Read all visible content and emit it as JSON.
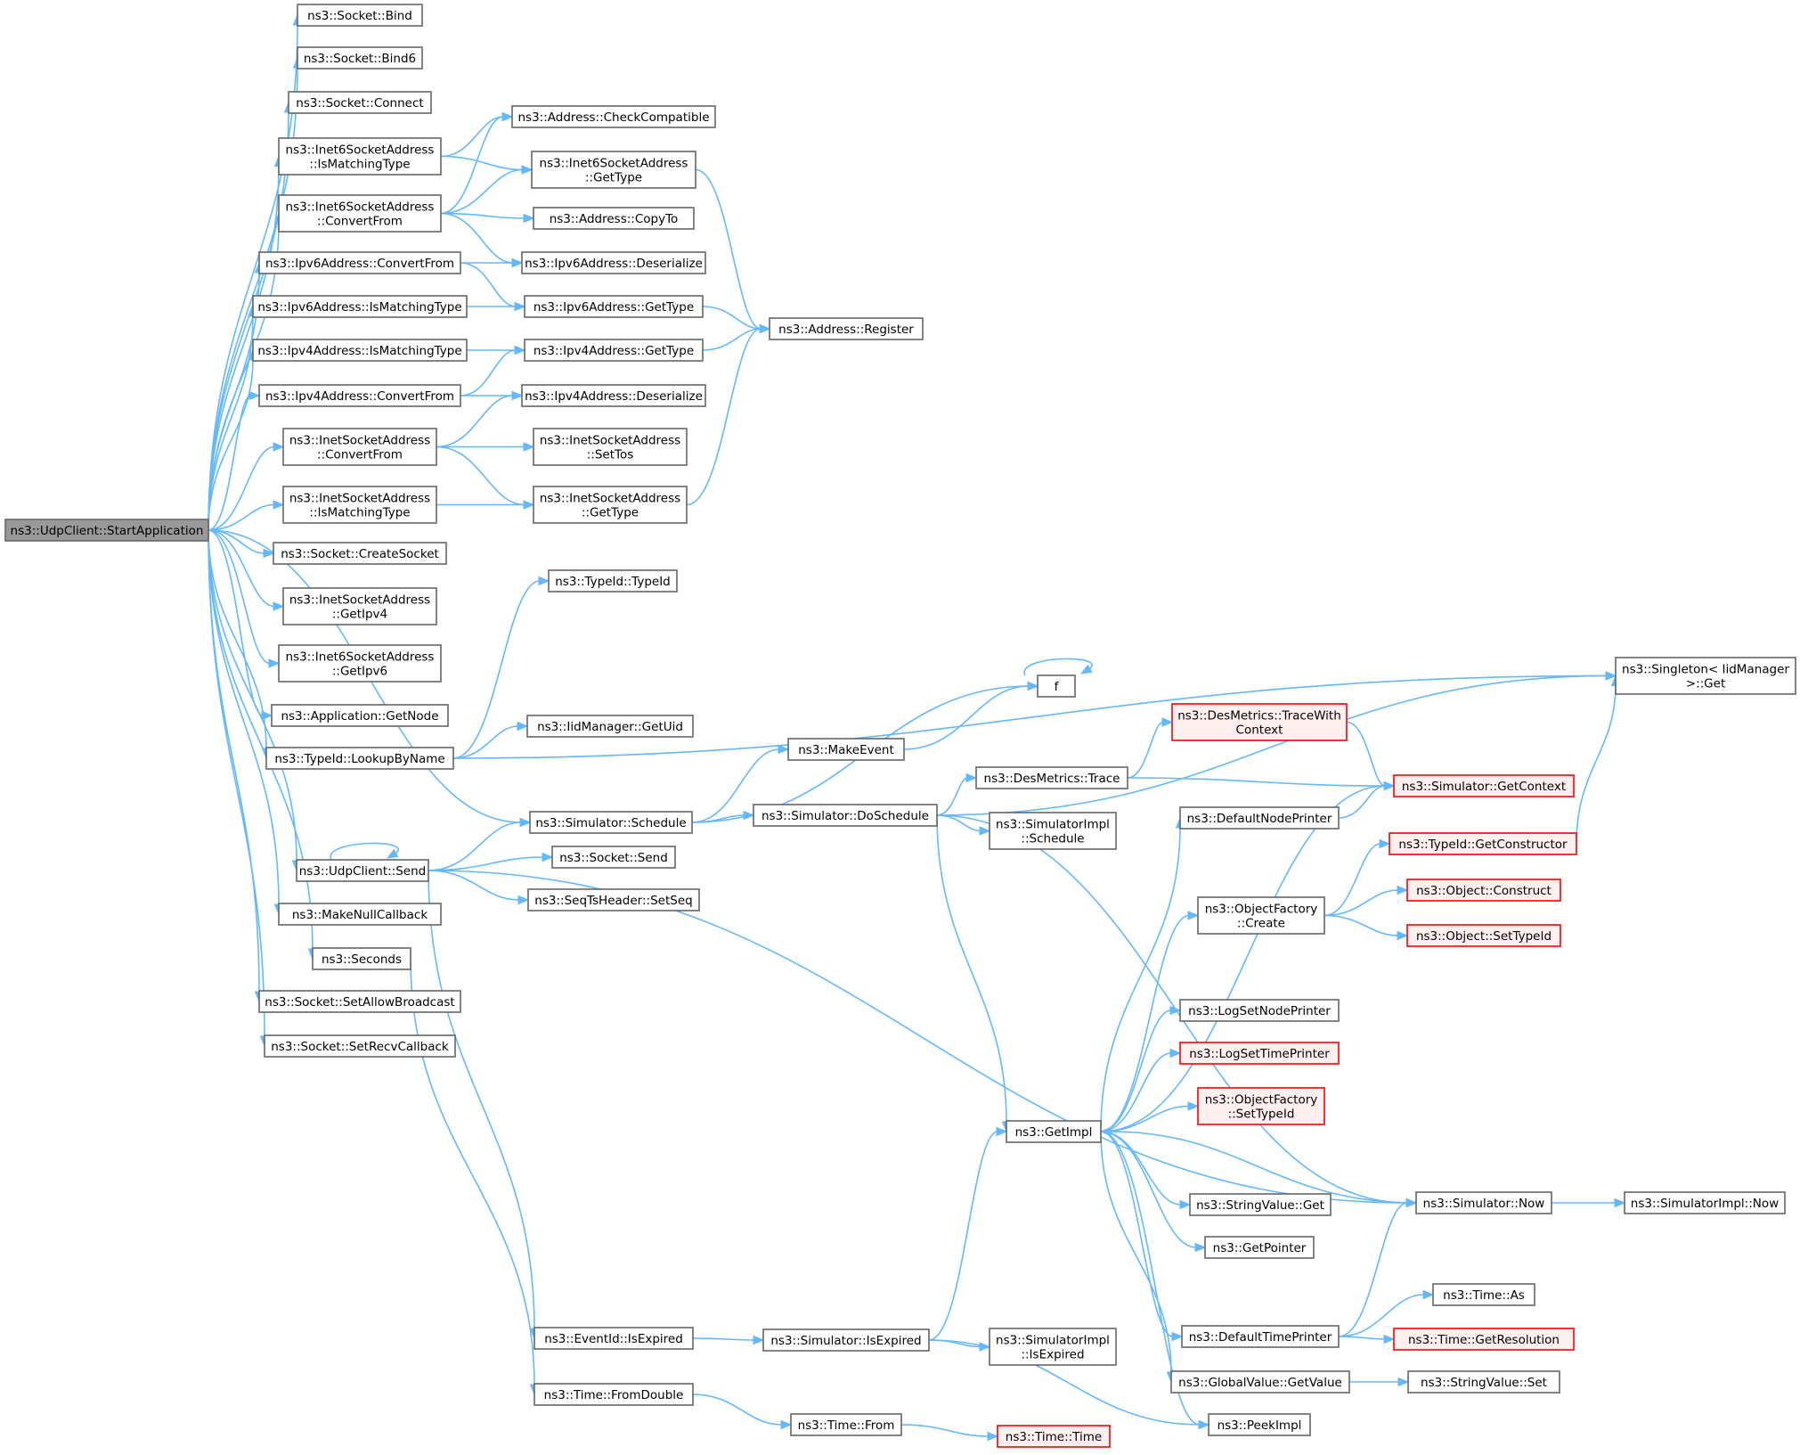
{
  "graph": {
    "title": "",
    "nodes": [
      {
        "id": "root",
        "lines": [
          "ns3::UdpClient::StartApplication"
        ],
        "style": "root"
      },
      {
        "id": "sockBind",
        "lines": [
          "ns3::Socket::Bind"
        ]
      },
      {
        "id": "sockBind6",
        "lines": [
          "ns3::Socket::Bind6"
        ]
      },
      {
        "id": "sockConnect",
        "lines": [
          "ns3::Socket::Connect"
        ]
      },
      {
        "id": "i6IsMatch",
        "lines": [
          "ns3::Inet6SocketAddress",
          "::IsMatchingType"
        ]
      },
      {
        "id": "i6Convert",
        "lines": [
          "ns3::Inet6SocketAddress",
          "::ConvertFrom"
        ]
      },
      {
        "id": "ip6Convert",
        "lines": [
          "ns3::Ipv6Address::ConvertFrom"
        ]
      },
      {
        "id": "ip6IsMatch",
        "lines": [
          "ns3::Ipv6Address::IsMatchingType"
        ]
      },
      {
        "id": "ip4IsMatch",
        "lines": [
          "ns3::Ipv4Address::IsMatchingType"
        ]
      },
      {
        "id": "ip4Convert",
        "lines": [
          "ns3::Ipv4Address::ConvertFrom"
        ]
      },
      {
        "id": "iConvert",
        "lines": [
          "ns3::InetSocketAddress",
          "::ConvertFrom"
        ]
      },
      {
        "id": "iIsMatch",
        "lines": [
          "ns3::InetSocketAddress",
          "::IsMatchingType"
        ]
      },
      {
        "id": "createSocket",
        "lines": [
          "ns3::Socket::CreateSocket"
        ]
      },
      {
        "id": "getIpv4",
        "lines": [
          "ns3::InetSocketAddress",
          "::GetIpv4"
        ]
      },
      {
        "id": "getIpv6",
        "lines": [
          "ns3::Inet6SocketAddress",
          "::GetIpv6"
        ]
      },
      {
        "id": "getNode",
        "lines": [
          "ns3::Application::GetNode"
        ]
      },
      {
        "id": "lookupByName",
        "lines": [
          "ns3::TypeId::LookupByName"
        ]
      },
      {
        "id": "udpSend",
        "lines": [
          "ns3::UdpClient::Send"
        ]
      },
      {
        "id": "makeNullCb",
        "lines": [
          "ns3::MakeNullCallback"
        ]
      },
      {
        "id": "seconds",
        "lines": [
          "ns3::Seconds"
        ]
      },
      {
        "id": "allowBroadcast",
        "lines": [
          "ns3::Socket::SetAllowBroadcast"
        ]
      },
      {
        "id": "recvCallback",
        "lines": [
          "ns3::Socket::SetRecvCallback"
        ]
      },
      {
        "id": "addrCheck",
        "lines": [
          "ns3::Address::CheckCompatible"
        ]
      },
      {
        "id": "i6GetType",
        "lines": [
          "ns3::Inet6SocketAddress",
          "::GetType"
        ]
      },
      {
        "id": "addrCopyTo",
        "lines": [
          "ns3::Address::CopyTo"
        ]
      },
      {
        "id": "ip6Deser",
        "lines": [
          "ns3::Ipv6Address::Deserialize"
        ]
      },
      {
        "id": "ip6GetType",
        "lines": [
          "ns3::Ipv6Address::GetType"
        ]
      },
      {
        "id": "ip4GetType",
        "lines": [
          "ns3::Ipv4Address::GetType"
        ]
      },
      {
        "id": "ip4Deser",
        "lines": [
          "ns3::Ipv4Address::Deserialize"
        ]
      },
      {
        "id": "iSetTos",
        "lines": [
          "ns3::InetSocketAddress",
          "::SetTos"
        ]
      },
      {
        "id": "iGetType",
        "lines": [
          "ns3::InetSocketAddress",
          "::GetType"
        ]
      },
      {
        "id": "addrRegister",
        "lines": [
          "ns3::Address::Register"
        ]
      },
      {
        "id": "typeIdCtor",
        "lines": [
          "ns3::TypeId::TypeId"
        ]
      },
      {
        "id": "iidGetUid",
        "lines": [
          "ns3::IidManager::GetUid"
        ]
      },
      {
        "id": "simSchedule",
        "lines": [
          "ns3::Simulator::Schedule"
        ]
      },
      {
        "id": "socketSend",
        "lines": [
          "ns3::Socket::Send"
        ]
      },
      {
        "id": "setSeq",
        "lines": [
          "ns3::SeqTsHeader::SetSeq"
        ]
      },
      {
        "id": "isExpiredEv",
        "lines": [
          "ns3::EventId::IsExpired"
        ]
      },
      {
        "id": "fromDouble",
        "lines": [
          "ns3::Time::FromDouble"
        ]
      },
      {
        "id": "makeEvent",
        "lines": [
          "ns3::MakeEvent"
        ]
      },
      {
        "id": "f",
        "lines": [
          "f"
        ]
      },
      {
        "id": "doSchedule",
        "lines": [
          "ns3::Simulator::DoSchedule"
        ]
      },
      {
        "id": "simIsExpired",
        "lines": [
          "ns3::Simulator::IsExpired"
        ]
      },
      {
        "id": "timeFrom",
        "lines": [
          "ns3::Time::From"
        ]
      },
      {
        "id": "timeTime",
        "lines": [
          "ns3::Time::Time"
        ],
        "style": "red"
      },
      {
        "id": "desTrace",
        "lines": [
          "ns3::DesMetrics::Trace"
        ]
      },
      {
        "id": "implSchedule",
        "lines": [
          "ns3::SimulatorImpl",
          "::Schedule"
        ]
      },
      {
        "id": "implIsExpired",
        "lines": [
          "ns3::SimulatorImpl",
          "::IsExpired"
        ]
      },
      {
        "id": "getImpl",
        "lines": [
          "ns3::GetImpl"
        ]
      },
      {
        "id": "desTraceCtx",
        "lines": [
          "ns3::DesMetrics::TraceWith",
          "Context"
        ],
        "style": "red"
      },
      {
        "id": "defNodePrinter",
        "lines": [
          "ns3::DefaultNodePrinter"
        ]
      },
      {
        "id": "ofCreate",
        "lines": [
          "ns3::ObjectFactory",
          "::Create"
        ]
      },
      {
        "id": "logSetNode",
        "lines": [
          "ns3::LogSetNodePrinter"
        ]
      },
      {
        "id": "logSetTime",
        "lines": [
          "ns3::LogSetTimePrinter"
        ],
        "style": "red"
      },
      {
        "id": "ofSetTypeId",
        "lines": [
          "ns3::ObjectFactory",
          "::SetTypeId"
        ],
        "style": "red"
      },
      {
        "id": "strValGet",
        "lines": [
          "ns3::StringValue::Get"
        ]
      },
      {
        "id": "getPointer",
        "lines": [
          "ns3::GetPointer"
        ]
      },
      {
        "id": "defTimePrinter",
        "lines": [
          "ns3::DefaultTimePrinter"
        ]
      },
      {
        "id": "gvGetValue",
        "lines": [
          "ns3::GlobalValue::GetValue"
        ]
      },
      {
        "id": "peekImpl",
        "lines": [
          "ns3::PeekImpl"
        ]
      },
      {
        "id": "singletonGet",
        "lines": [
          "ns3::Singleton< IidManager",
          " >::Get"
        ]
      },
      {
        "id": "simGetContext",
        "lines": [
          "ns3::Simulator::GetContext"
        ],
        "style": "red"
      },
      {
        "id": "getConstructor",
        "lines": [
          "ns3::TypeId::GetConstructor"
        ],
        "style": "red"
      },
      {
        "id": "objConstruct",
        "lines": [
          "ns3::Object::Construct"
        ],
        "style": "red"
      },
      {
        "id": "objSetTypeId",
        "lines": [
          "ns3::Object::SetTypeId"
        ],
        "style": "red"
      },
      {
        "id": "simNow",
        "lines": [
          "ns3::Simulator::Now"
        ]
      },
      {
        "id": "implNow",
        "lines": [
          "ns3::SimulatorImpl::Now"
        ]
      },
      {
        "id": "timeAs",
        "lines": [
          "ns3::Time::As"
        ]
      },
      {
        "id": "getResolution",
        "lines": [
          "ns3::Time::GetResolution"
        ],
        "style": "red"
      },
      {
        "id": "strValSet",
        "lines": [
          "ns3::StringValue::Set"
        ]
      }
    ],
    "edges": [
      [
        "root",
        "sockBind"
      ],
      [
        "root",
        "sockBind6"
      ],
      [
        "root",
        "sockConnect"
      ],
      [
        "root",
        "i6IsMatch"
      ],
      [
        "root",
        "i6Convert"
      ],
      [
        "root",
        "ip6Convert"
      ],
      [
        "root",
        "ip6IsMatch"
      ],
      [
        "root",
        "ip4IsMatch"
      ],
      [
        "root",
        "ip4Convert"
      ],
      [
        "root",
        "iConvert"
      ],
      [
        "root",
        "iIsMatch"
      ],
      [
        "root",
        "createSocket"
      ],
      [
        "root",
        "getIpv4"
      ],
      [
        "root",
        "getIpv6"
      ],
      [
        "root",
        "getNode"
      ],
      [
        "root",
        "lookupByName"
      ],
      [
        "root",
        "simSchedule"
      ],
      [
        "root",
        "udpSend"
      ],
      [
        "root",
        "makeNullCb"
      ],
      [
        "root",
        "seconds"
      ],
      [
        "root",
        "allowBroadcast"
      ],
      [
        "root",
        "recvCallback"
      ],
      [
        "i6IsMatch",
        "addrCheck"
      ],
      [
        "i6IsMatch",
        "i6GetType"
      ],
      [
        "i6Convert",
        "addrCheck"
      ],
      [
        "i6Convert",
        "i6GetType"
      ],
      [
        "i6Convert",
        "addrCopyTo"
      ],
      [
        "i6Convert",
        "ip6Deser"
      ],
      [
        "ip6Convert",
        "ip6Deser"
      ],
      [
        "ip6Convert",
        "ip6GetType"
      ],
      [
        "ip6IsMatch",
        "ip6GetType"
      ],
      [
        "ip4IsMatch",
        "ip4GetType"
      ],
      [
        "ip4Convert",
        "ip4GetType"
      ],
      [
        "ip4Convert",
        "ip4Deser"
      ],
      [
        "iConvert",
        "ip4Deser"
      ],
      [
        "iConvert",
        "iSetTos"
      ],
      [
        "iConvert",
        "iGetType"
      ],
      [
        "iIsMatch",
        "iGetType"
      ],
      [
        "i6GetType",
        "addrRegister"
      ],
      [
        "ip6GetType",
        "addrRegister"
      ],
      [
        "ip4GetType",
        "addrRegister"
      ],
      [
        "iGetType",
        "addrRegister"
      ],
      [
        "lookupByName",
        "typeIdCtor"
      ],
      [
        "lookupByName",
        "singletonGet"
      ],
      [
        "lookupByName",
        "iidGetUid"
      ],
      [
        "udpSend",
        "udpSend"
      ],
      [
        "udpSend",
        "simSchedule"
      ],
      [
        "udpSend",
        "socketSend"
      ],
      [
        "udpSend",
        "setSeq"
      ],
      [
        "udpSend",
        "isExpiredEv"
      ],
      [
        "udpSend",
        "simNow"
      ],
      [
        "seconds",
        "fromDouble"
      ],
      [
        "simSchedule",
        "f"
      ],
      [
        "simSchedule",
        "makeEvent"
      ],
      [
        "simSchedule",
        "doSchedule"
      ],
      [
        "makeEvent",
        "f"
      ],
      [
        "f",
        "f"
      ],
      [
        "doSchedule",
        "singletonGet"
      ],
      [
        "doSchedule",
        "desTrace"
      ],
      [
        "doSchedule",
        "implSchedule"
      ],
      [
        "doSchedule",
        "getImpl"
      ],
      [
        "doSchedule",
        "simNow"
      ],
      [
        "desTrace",
        "desTraceCtx"
      ],
      [
        "desTrace",
        "simGetContext"
      ],
      [
        "desTraceCtx",
        "simGetContext"
      ],
      [
        "isExpiredEv",
        "simIsExpired"
      ],
      [
        "simIsExpired",
        "getImpl"
      ],
      [
        "simIsExpired",
        "implIsExpired"
      ],
      [
        "simIsExpired",
        "peekImpl"
      ],
      [
        "fromDouble",
        "timeFrom"
      ],
      [
        "timeFrom",
        "timeTime"
      ],
      [
        "getImpl",
        "defNodePrinter"
      ],
      [
        "getImpl",
        "simGetContext"
      ],
      [
        "getImpl",
        "ofCreate"
      ],
      [
        "getImpl",
        "logSetNode"
      ],
      [
        "getImpl",
        "logSetTime"
      ],
      [
        "getImpl",
        "ofSetTypeId"
      ],
      [
        "getImpl",
        "strValGet"
      ],
      [
        "getImpl",
        "getPointer"
      ],
      [
        "getImpl",
        "defTimePrinter"
      ],
      [
        "getImpl",
        "gvGetValue"
      ],
      [
        "getImpl",
        "peekImpl"
      ],
      [
        "defNodePrinter",
        "simGetContext"
      ],
      [
        "ofCreate",
        "getConstructor"
      ],
      [
        "ofCreate",
        "objConstruct"
      ],
      [
        "ofCreate",
        "objSetTypeId"
      ],
      [
        "getConstructor",
        "singletonGet"
      ],
      [
        "simNow",
        "getImpl"
      ],
      [
        "simNow",
        "implNow"
      ],
      [
        "defTimePrinter",
        "simNow"
      ],
      [
        "defTimePrinter",
        "timeAs"
      ],
      [
        "defTimePrinter",
        "getResolution"
      ],
      [
        "gvGetValue",
        "strValSet"
      ]
    ]
  }
}
